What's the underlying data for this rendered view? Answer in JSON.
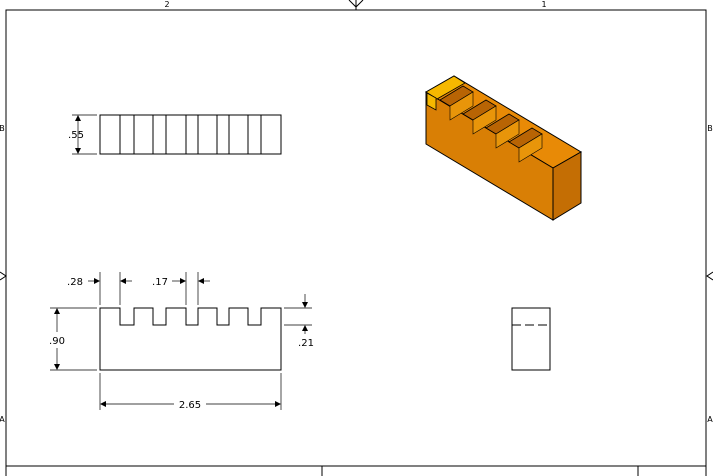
{
  "zone_labels": {
    "top_left": "2",
    "top_right": "1",
    "left_upper": "B",
    "left_lower": "A",
    "right_upper": "B",
    "right_lower": "A"
  },
  "dimensions": {
    "top_view_height": ".55",
    "front_first_slot_offset": ".28",
    "front_slot_width": ".17",
    "front_height": ".90",
    "front_slot_depth": ".21",
    "front_length": "2.65"
  },
  "colors": {
    "iso_top": "#e88a06",
    "iso_front": "#d97f05",
    "iso_side": "#c46e04",
    "iso_highlight": "#f6b800",
    "line": "#000000"
  }
}
